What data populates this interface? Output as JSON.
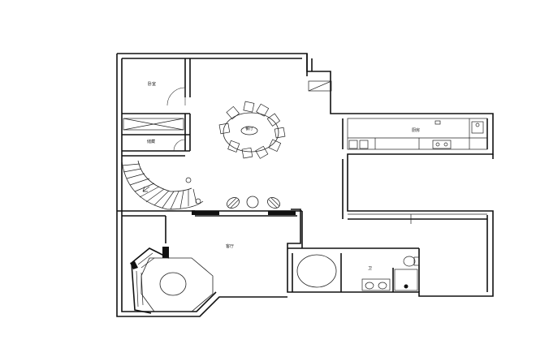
{
  "rooms": {
    "bedroom_top_left": "卧室",
    "storage": "储藏",
    "dining": "餐厅",
    "kitchen": "厨房",
    "living": "客厅",
    "bathroom": "卫"
  },
  "colors": {
    "background": "#ffffff",
    "lines": "#111111"
  }
}
